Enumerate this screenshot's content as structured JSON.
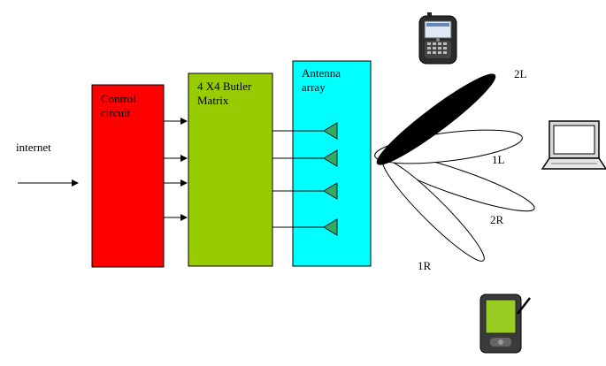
{
  "labels": {
    "internet": "internet",
    "control_line1": "Control",
    "control_line2": "circuit",
    "butler_line1": "4 X4 Butler",
    "butler_line2": "Matrix",
    "antenna_line1": "Antenna",
    "antenna_line2": "array",
    "beam_2L": "2L",
    "beam_1L": "1L",
    "beam_2R": "2R",
    "beam_1R": "1R"
  },
  "colors": {
    "control_fill": "#ff0000",
    "butler_fill": "#99cc00",
    "antenna_fill": "#00ffff",
    "element_fill": "#33aa66",
    "main_lobe": "#000000",
    "pda_screen": "#99cc22"
  },
  "icons": {
    "phone": "smartphone-icon",
    "laptop": "laptop-icon",
    "pda": "pda-icon"
  }
}
